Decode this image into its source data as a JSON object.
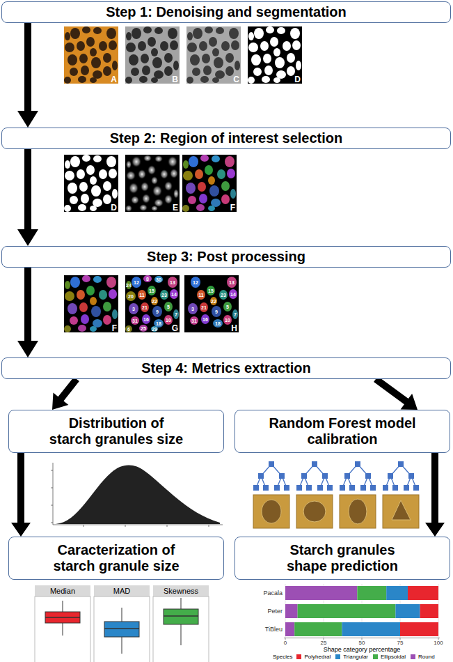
{
  "diagram": {
    "nodes": [
      {
        "text": [
          "Step 1: Denoising and segmentation"
        ]
      },
      {
        "text": [
          "Step 2: Region of interest selection"
        ]
      },
      {
        "text": [
          "Step 3: Post processing"
        ]
      },
      {
        "text": [
          "Step 4: Metrics extraction"
        ]
      },
      {
        "text": [
          "Distribution of starch granules size"
        ]
      },
      {
        "text": [
          "Random Forest model calibration"
        ]
      },
      {
        "text": [
          "Caracterization of starch granule size"
        ]
      },
      {
        "text": [
          "Starch granules shape prediction"
        ]
      }
    ],
    "edges": [
      {
        "from": 0,
        "to": 1,
        "arrow": "to"
      },
      {
        "from": 1,
        "to": 2,
        "arrow": "to"
      },
      {
        "from": 2,
        "to": 3,
        "arrow": "to"
      },
      {
        "from": 3,
        "to": 4,
        "arrow": "to"
      },
      {
        "from": 3,
        "to": 5,
        "arrow": "to"
      },
      {
        "from": 4,
        "to": 6,
        "arrow": "to"
      },
      {
        "from": 5,
        "to": 7,
        "arrow": "to"
      }
    ],
    "labels": [
      "A",
      "B",
      "C",
      "D",
      "D",
      "E",
      "F",
      "F",
      "12",
      "8",
      "30",
      "13",
      "20",
      "11",
      "15",
      "22",
      "23",
      "14",
      "3",
      "21",
      "9",
      "5",
      "7",
      "31",
      "16",
      "18",
      "10",
      "25",
      "29",
      "6",
      "24",
      "G",
      "12",
      "13",
      "11",
      "15",
      "22",
      "23",
      "14",
      "3",
      "21",
      "9",
      "5",
      "7",
      "31",
      "16",
      "18",
      "10",
      "H",
      "Median",
      "MAD",
      "Skewness",
      "Pacala",
      "Peter",
      "TiBleu",
      "0",
      "25",
      "50",
      "75",
      "100",
      "Shape category percentage",
      "Species"
    ],
    "legend": [
      {
        "text": "Polyhedral",
        "color": "#e8262e"
      },
      {
        "text": "Triangular",
        "color": "#2a86c8"
      },
      {
        "text": "Ellipsoidal",
        "color": "#44ad4a"
      },
      {
        "text": "Round",
        "color": "#9c4fb4"
      }
    ]
  }
}
